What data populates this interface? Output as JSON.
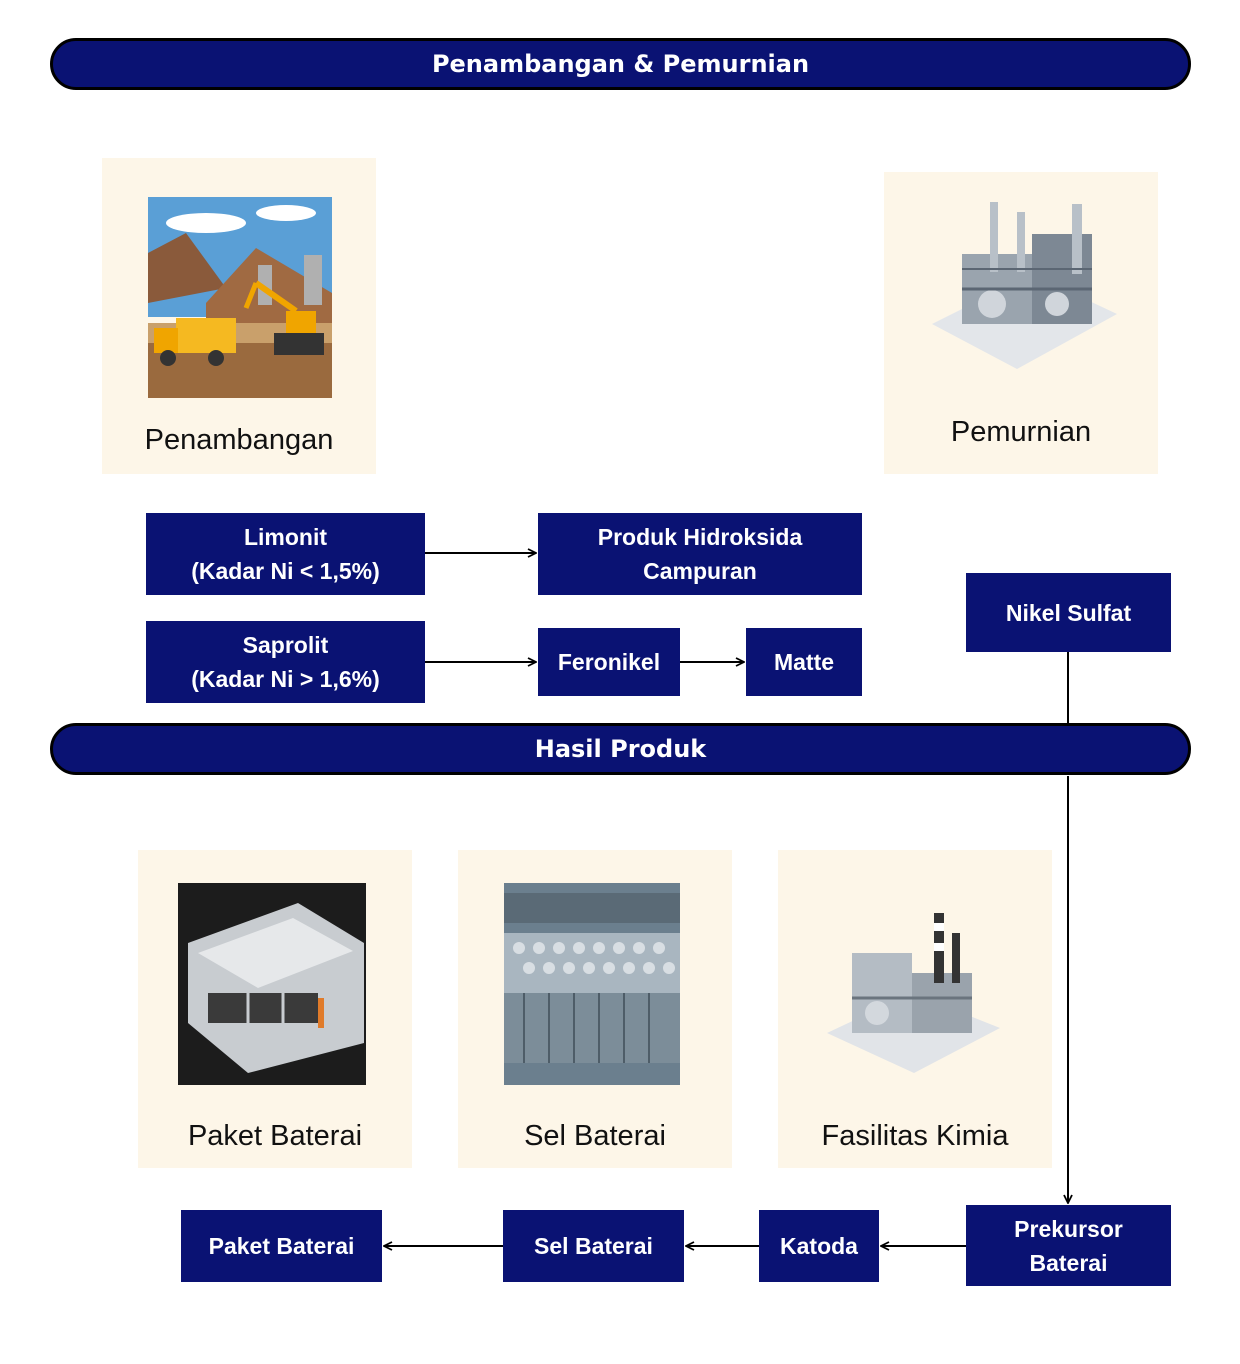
{
  "banners": {
    "top": "Penambangan & Pemurnian",
    "middle": "Hasil Produk"
  },
  "cards": {
    "penambangan": "Penambangan",
    "pemurnian": "Pemurnian",
    "paket_baterai": "Paket Baterai",
    "sel_baterai": "Sel Baterai",
    "fasilitas_kimia": "Fasilitas Kimia"
  },
  "boxes": {
    "limonit": "Limonit\n(Kadar Ni < 1,5%)",
    "saprolit": "Saprolit\n(Kadar Ni > 1,6%)",
    "produk_hidroksida": "Produk Hidroksida\nCampuran",
    "feronikel": "Feronikel",
    "matte": "Matte",
    "nikel_sulfat": "Nikel Sulfat",
    "prekursor": "Prekursor\nBaterai",
    "katoda": "Katoda",
    "sel_baterai": "Sel Baterai",
    "paket_baterai": "Paket Baterai"
  },
  "colors": {
    "box_fill": "#0a1273",
    "card_fill": "#fdf6e8",
    "arrow": "#000000"
  },
  "icons": [
    "mining-truck-excavator-icon",
    "refinery-plant-icon",
    "battery-pack-icon",
    "battery-cells-icon",
    "chemical-facility-icon"
  ]
}
